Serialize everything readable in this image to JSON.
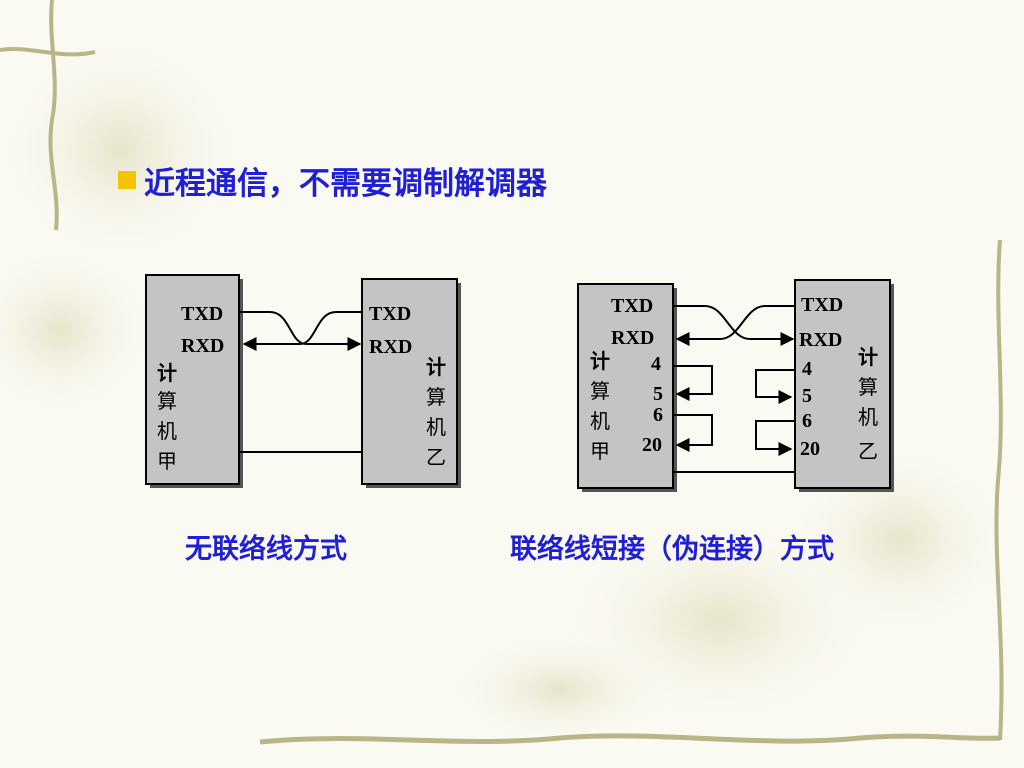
{
  "heading": "近程通信，不需要调制解调器",
  "colors": {
    "accent": "#1f1fd6",
    "bullet": "#f5c400",
    "box": "#c4c4c4"
  },
  "diagram1": {
    "caption": "无联络线方式",
    "left_box": {
      "pins": [
        "TXD",
        "RXD"
      ],
      "label": [
        "计",
        "算",
        "机",
        "甲"
      ]
    },
    "right_box": {
      "pins": [
        "TXD",
        "RXD"
      ],
      "label": [
        "计",
        "算",
        "机",
        "乙"
      ]
    }
  },
  "diagram2": {
    "caption": "联络线短接（伪连接）方式",
    "left_box": {
      "pins": [
        "TXD",
        "RXD",
        "4",
        "5",
        "6",
        "20"
      ],
      "label": [
        "计",
        "算",
        "机",
        "甲"
      ]
    },
    "right_box": {
      "pins": [
        "TXD",
        "RXD",
        "4",
        "5",
        "6",
        "20"
      ],
      "label": [
        "计",
        "算",
        "机",
        "乙"
      ]
    }
  }
}
